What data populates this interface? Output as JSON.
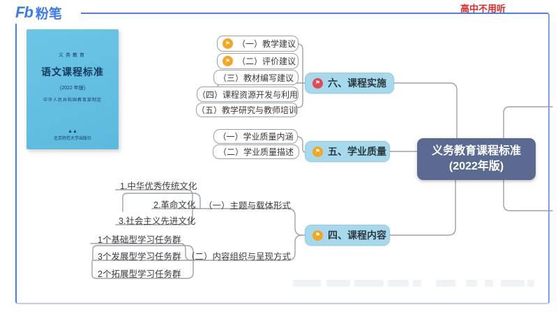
{
  "page": {
    "logo_fb": "Fb",
    "logo_brand": "粉笔",
    "badge": "高中不用听"
  },
  "book": {
    "series": "义务教育",
    "title": "语文课程标准",
    "edition": "(2022 年版)",
    "issuer": "中华人民共和国教育部制定",
    "publisher_mark": "▲▲",
    "publisher": "北京师范大学出版社"
  },
  "map": {
    "root": {
      "line1": "义务教育课程标准",
      "line2": "(2022年版)"
    },
    "implementation": {
      "label": "六、课程实施",
      "items": [
        "（一）教学建议",
        "（二）评价建议",
        "（三）教材编写建议",
        "（四）课程资源开发与利用",
        "（五）教学研究与教师培训"
      ]
    },
    "quality": {
      "label": "五、学业质量",
      "items": [
        "（一）学业质量内涵",
        "（二）学业质量描述"
      ]
    },
    "content": {
      "label": "四、课程内容",
      "sub1": {
        "label": "（一）主题与载体形式",
        "items": [
          "1.中华优秀传统文化",
          "2.革命文化",
          "3.社会主义先进文化"
        ]
      },
      "sub2": {
        "label": "（二）内容组织与呈现方式",
        "items": [
          "1个基础型学习任务群",
          "3个发展型学习任务群",
          "2个拓展型学习任务群"
        ]
      }
    }
  },
  "colors": {
    "frame_blue": "#4d7ee9",
    "node_blue": "#a6d9ec",
    "root_blue": "#5a6a90",
    "flag_yellow": "#f6a71e",
    "flag_red": "#e5484d",
    "badge_red": "#e22a2a",
    "wire_gray": "#9aa3ab",
    "book_blue": "#5fc0e4"
  }
}
